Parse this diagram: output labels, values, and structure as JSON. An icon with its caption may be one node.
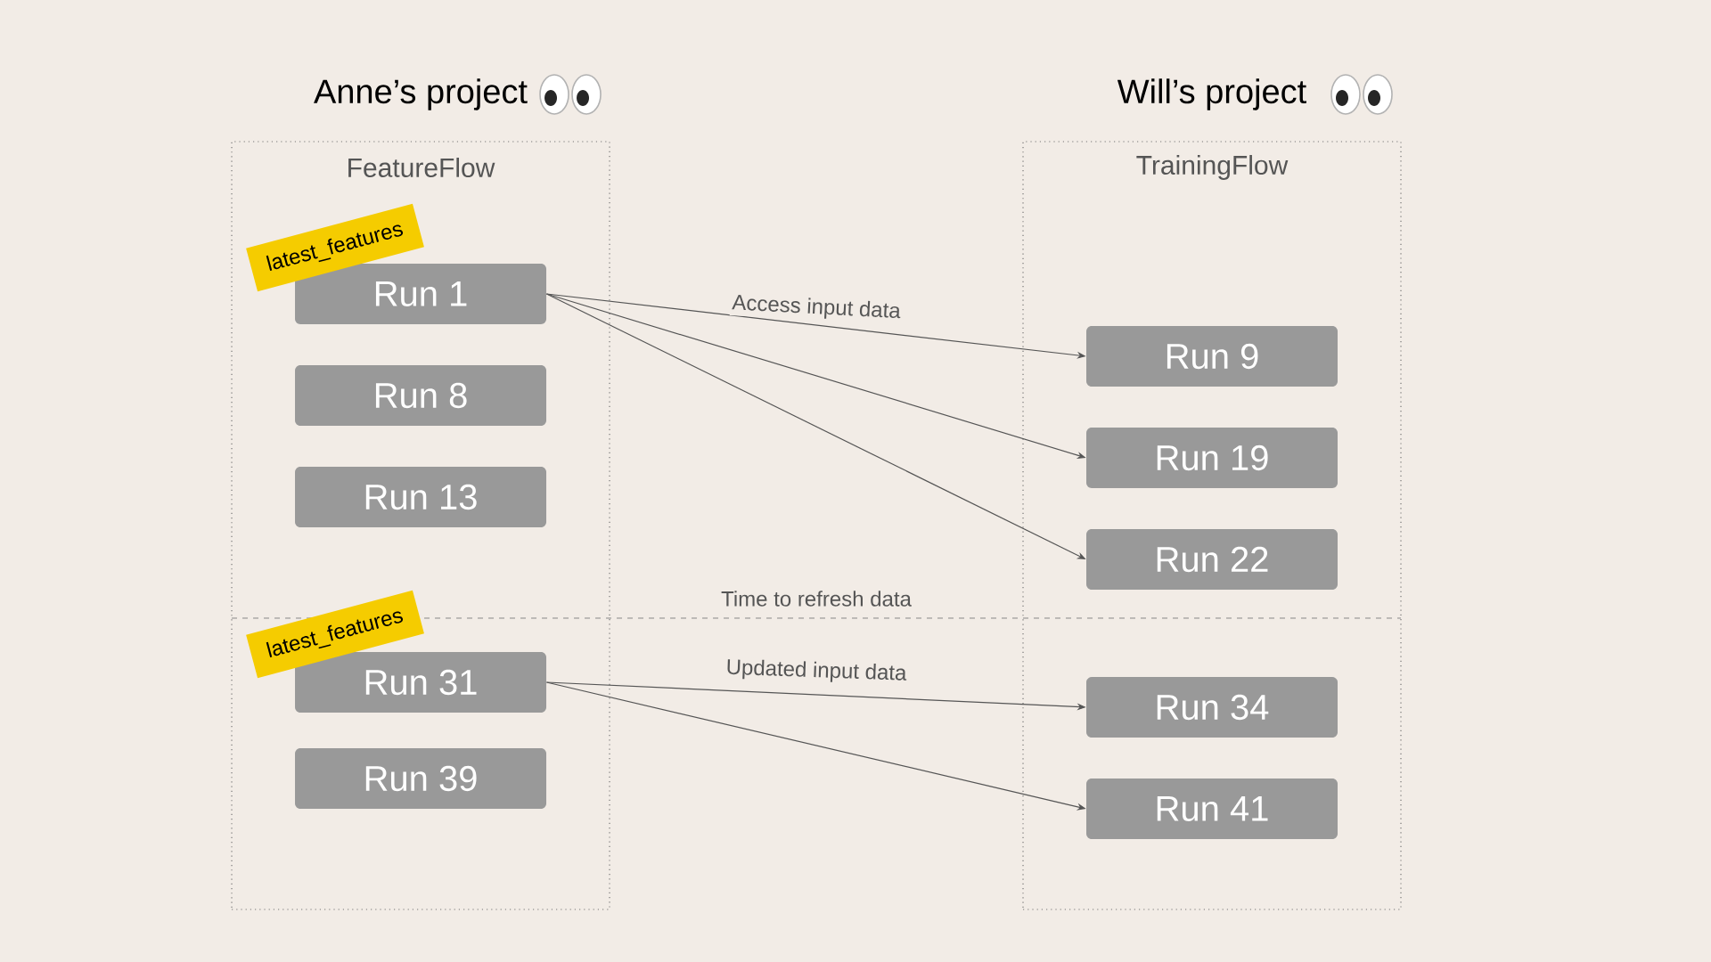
{
  "diagram": {
    "nodes": [
      {
        "text": [
          "Anne’s project",
          "FeatureFlow"
        ]
      },
      {
        "text": [
          "latest_features"
        ],
        "in": 0
      },
      {
        "text": [
          "Run 1"
        ],
        "in": 0
      },
      {
        "text": [
          "Run 8"
        ],
        "in": 0
      },
      {
        "text": [
          "Run 13"
        ],
        "in": 0
      },
      {
        "text": [
          "latest_features"
        ],
        "in": 0
      },
      {
        "text": [
          "Run 31"
        ],
        "in": 0
      },
      {
        "text": [
          "Run 39"
        ],
        "in": 0
      },
      {
        "text": [
          "Will’s project",
          "TrainingFlow"
        ]
      },
      {
        "text": [
          "Run 9"
        ],
        "in": 8
      },
      {
        "text": [
          "Run 19"
        ],
        "in": 8
      },
      {
        "text": [
          "Run 22"
        ],
        "in": 8
      },
      {
        "text": [
          "Run 34"
        ],
        "in": 8
      },
      {
        "text": [
          "Run 41"
        ],
        "in": 8
      }
    ],
    "edges": [
      {
        "from": 2,
        "to": 9,
        "arrow": "to",
        "label": "Access input data"
      },
      {
        "from": 2,
        "to": 10,
        "arrow": "to"
      },
      {
        "from": 2,
        "to": 11,
        "arrow": "to"
      },
      {
        "from": 6,
        "to": 12,
        "arrow": "to",
        "label": "Updated input data"
      },
      {
        "from": 6,
        "to": 13,
        "arrow": "to"
      }
    ],
    "labels": [
      "Time to refresh data"
    ]
  }
}
